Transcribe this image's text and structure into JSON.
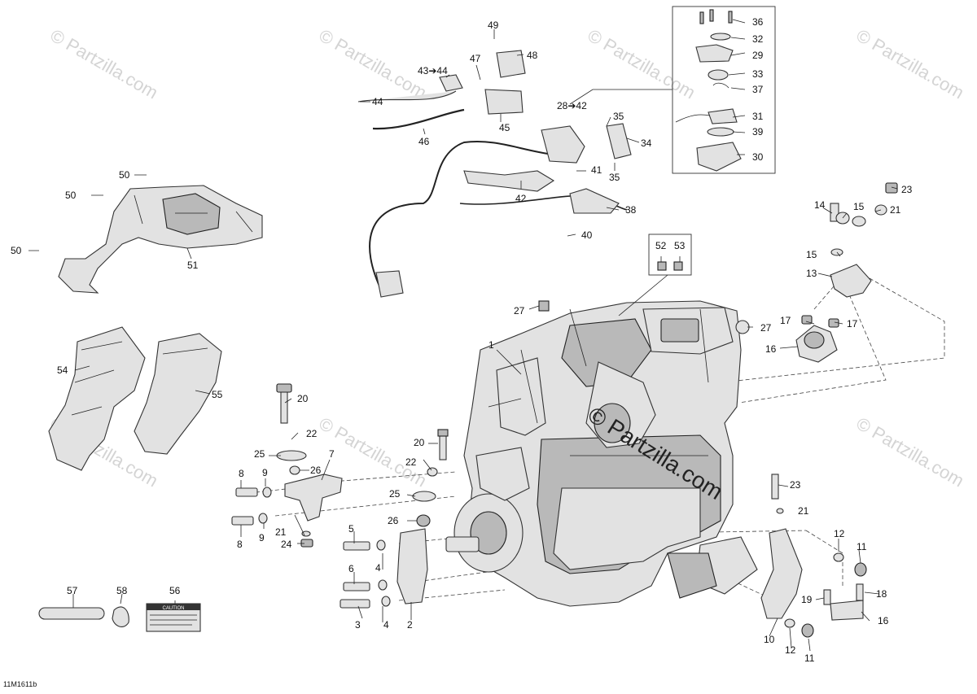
{
  "diagram": {
    "code": "11M1611b",
    "watermark": "© Partzilla.com",
    "center_watermark": "© Partzilla.com",
    "callouts": {
      "c1": "1",
      "c2": "2",
      "c3": "3",
      "c4a": "4",
      "c4b": "4",
      "c5": "5",
      "c6": "6",
      "c7": "7",
      "c8a": "8",
      "c8b": "8",
      "c9a": "9",
      "c9b": "9",
      "c10": "10",
      "c11a": "11",
      "c11b": "11",
      "c12a": "12",
      "c12b": "12",
      "c13": "13",
      "c14": "14",
      "c15a": "15",
      "c15b": "15",
      "c16a": "16",
      "c16b": "16",
      "c17a": "17",
      "c17b": "17",
      "c18": "18",
      "c19": "19",
      "c20a": "20",
      "c20b": "20",
      "c21a": "21",
      "c21b": "21",
      "c21c": "21",
      "c22a": "22",
      "c22b": "22",
      "c23a": "23",
      "c23b": "23",
      "c24": "24",
      "c25a": "25",
      "c25b": "25",
      "c26a": "26",
      "c26b": "26",
      "c27a": "27",
      "c27b": "27",
      "c2842": "28➔42",
      "c29": "29",
      "c30": "30",
      "c31": "31",
      "c32": "32",
      "c33": "33",
      "c34": "34",
      "c35a": "35",
      "c35b": "35",
      "c36": "36",
      "c37": "37",
      "c38": "38",
      "c39": "39",
      "c40": "40",
      "c41": "41",
      "c42": "42",
      "c4344": "43➔44",
      "c44": "44",
      "c45": "45",
      "c46": "46",
      "c47": "47",
      "c48": "48",
      "c49": "49",
      "c50a": "50",
      "c50b": "50",
      "c50c": "50",
      "c51": "51",
      "c52": "52",
      "c53": "53",
      "c54": "54",
      "c55": "55",
      "c56": "56",
      "c57": "57",
      "c58": "58"
    },
    "label_56": "CAUTION"
  }
}
